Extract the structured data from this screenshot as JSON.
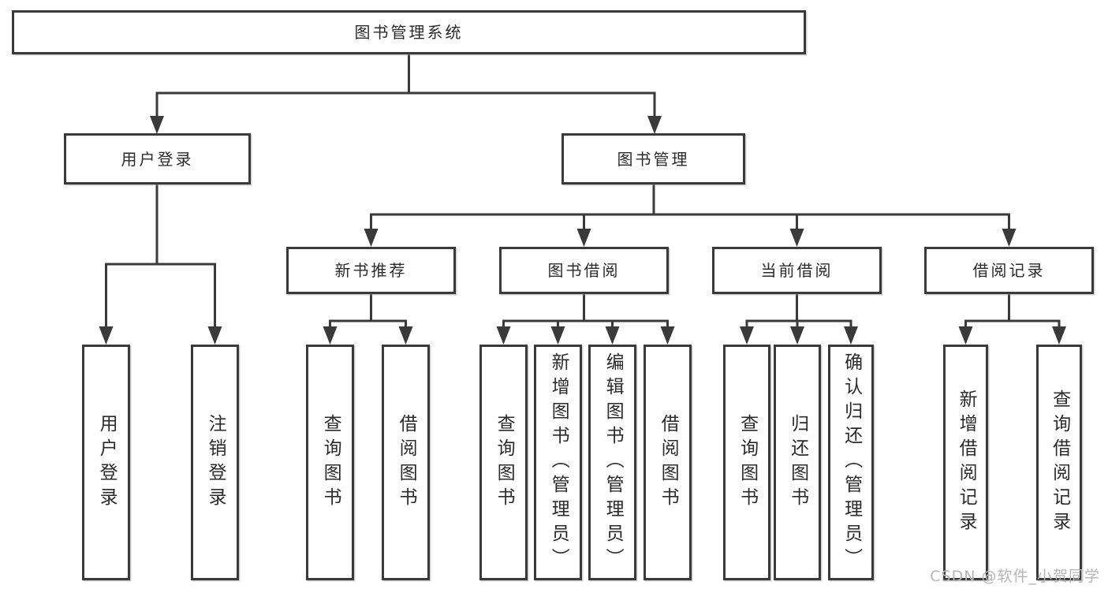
{
  "diagram": {
    "root": {
      "label": "图书管理系统"
    },
    "level2": [
      {
        "label": "用户登录"
      },
      {
        "label": "图书管理"
      }
    ],
    "level3": [
      {
        "label": "新书推荐"
      },
      {
        "label": "图书借阅"
      },
      {
        "label": "当前借阅"
      },
      {
        "label": "借阅记录"
      }
    ],
    "leaves": [
      {
        "label": "用户登录"
      },
      {
        "label": "注销登录"
      },
      {
        "label": "查询图书"
      },
      {
        "label": "借阅图书"
      },
      {
        "label": "查询图书"
      },
      {
        "label": "新增图书（管理员）"
      },
      {
        "label": "编辑图书（管理员）"
      },
      {
        "label": "借阅图书"
      },
      {
        "label": "查询图书"
      },
      {
        "label": "归还图书"
      },
      {
        "label": "确认归还（管理员）"
      },
      {
        "label": "新增借阅记录"
      },
      {
        "label": "查询借阅记录"
      }
    ],
    "watermark": "CSDN @软件_小贺同学",
    "colors": {
      "line": "#3a3a3a",
      "box_border": "#3a3a3a",
      "text": "#2b2b2b",
      "watermark": "#b5b5b8",
      "background": "#ffffff"
    }
  }
}
